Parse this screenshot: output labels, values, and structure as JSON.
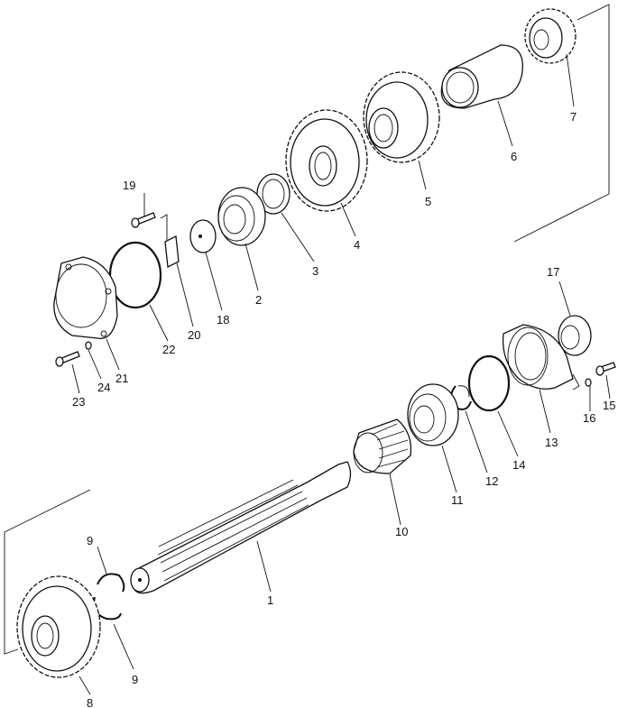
{
  "labels": {
    "p1": "1",
    "p2": "2",
    "p3": "3",
    "p4": "4",
    "p5": "5",
    "p6": "6",
    "p7": "7",
    "p8": "8",
    "p9a": "9",
    "p9b": "9",
    "p10": "10",
    "p11": "11",
    "p12": "12",
    "p13": "13",
    "p14": "14",
    "p15": "15",
    "p16": "16",
    "p17": "17",
    "p18": "18",
    "p19": "19",
    "p20": "20",
    "p21": "21",
    "p22": "22",
    "p23": "23",
    "p24": "24"
  }
}
